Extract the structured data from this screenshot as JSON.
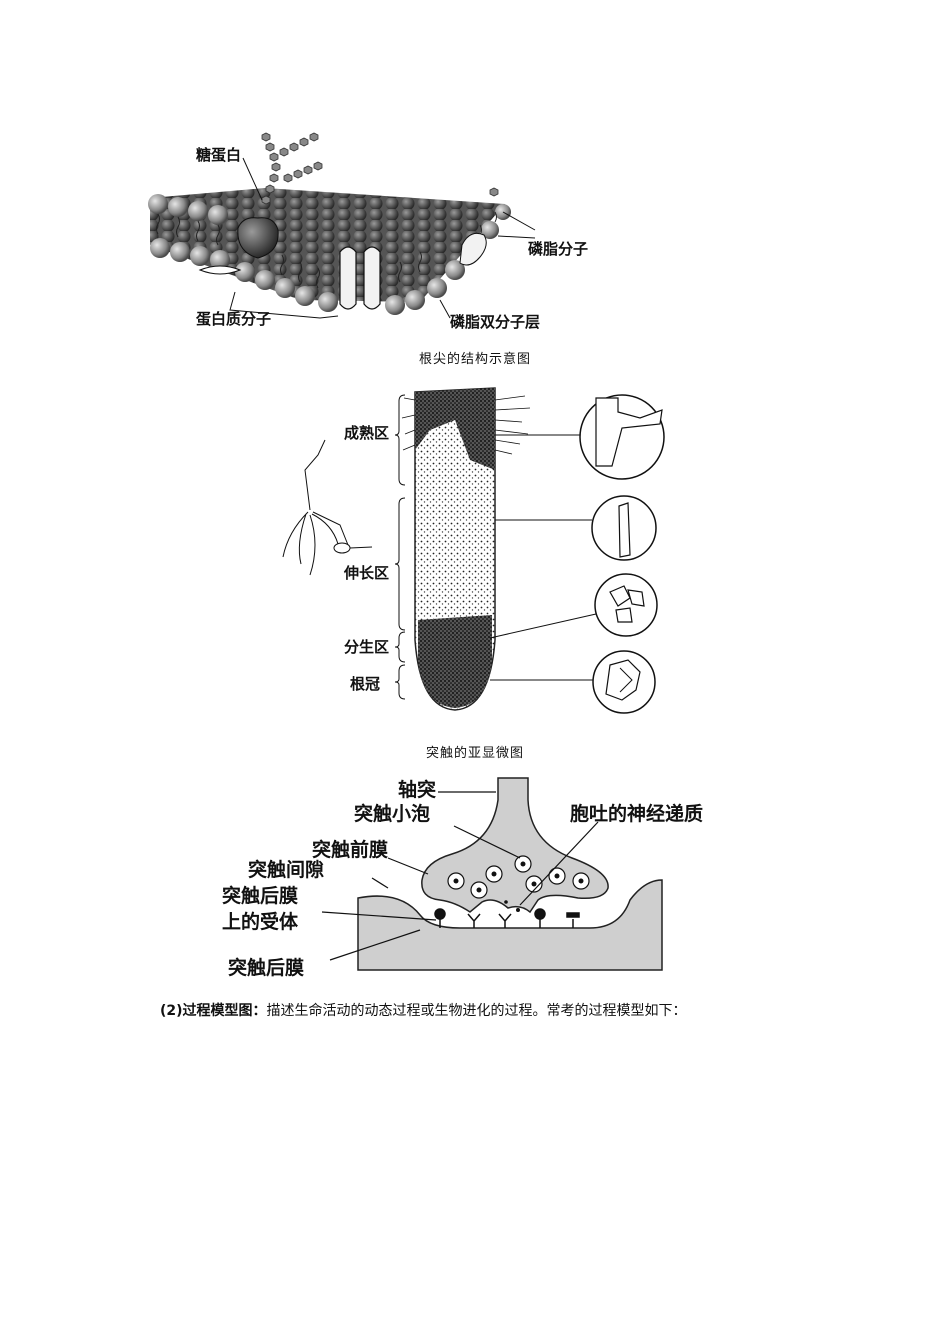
{
  "membrane": {
    "labels": {
      "glycoprotein": "糖蛋白",
      "phospholipid": "磷脂分子",
      "protein": "蛋白质分子",
      "bilayer": "磷脂双分子层"
    }
  },
  "root": {
    "caption": "根尖的结构示意图",
    "zones": {
      "maturation": "成熟区",
      "elongation": "伸长区",
      "meristem": "分生区",
      "cap": "根冠"
    }
  },
  "synapse": {
    "caption": "突触的亚显微图",
    "labels": {
      "axon": "轴突",
      "vesicle": "突触小泡",
      "released": "胞吐的神经递质",
      "presynaptic": "突触前膜",
      "cleft": "突触间隙",
      "receptor_line1": "突触后膜",
      "receptor_line2": "上的受体",
      "postsynaptic": "突触后膜"
    }
  },
  "paragraph": {
    "lead": "(2)过程模型图：",
    "text": "描述生命活动的动态过程或生物进化的过程。常考的过程模型如下："
  }
}
